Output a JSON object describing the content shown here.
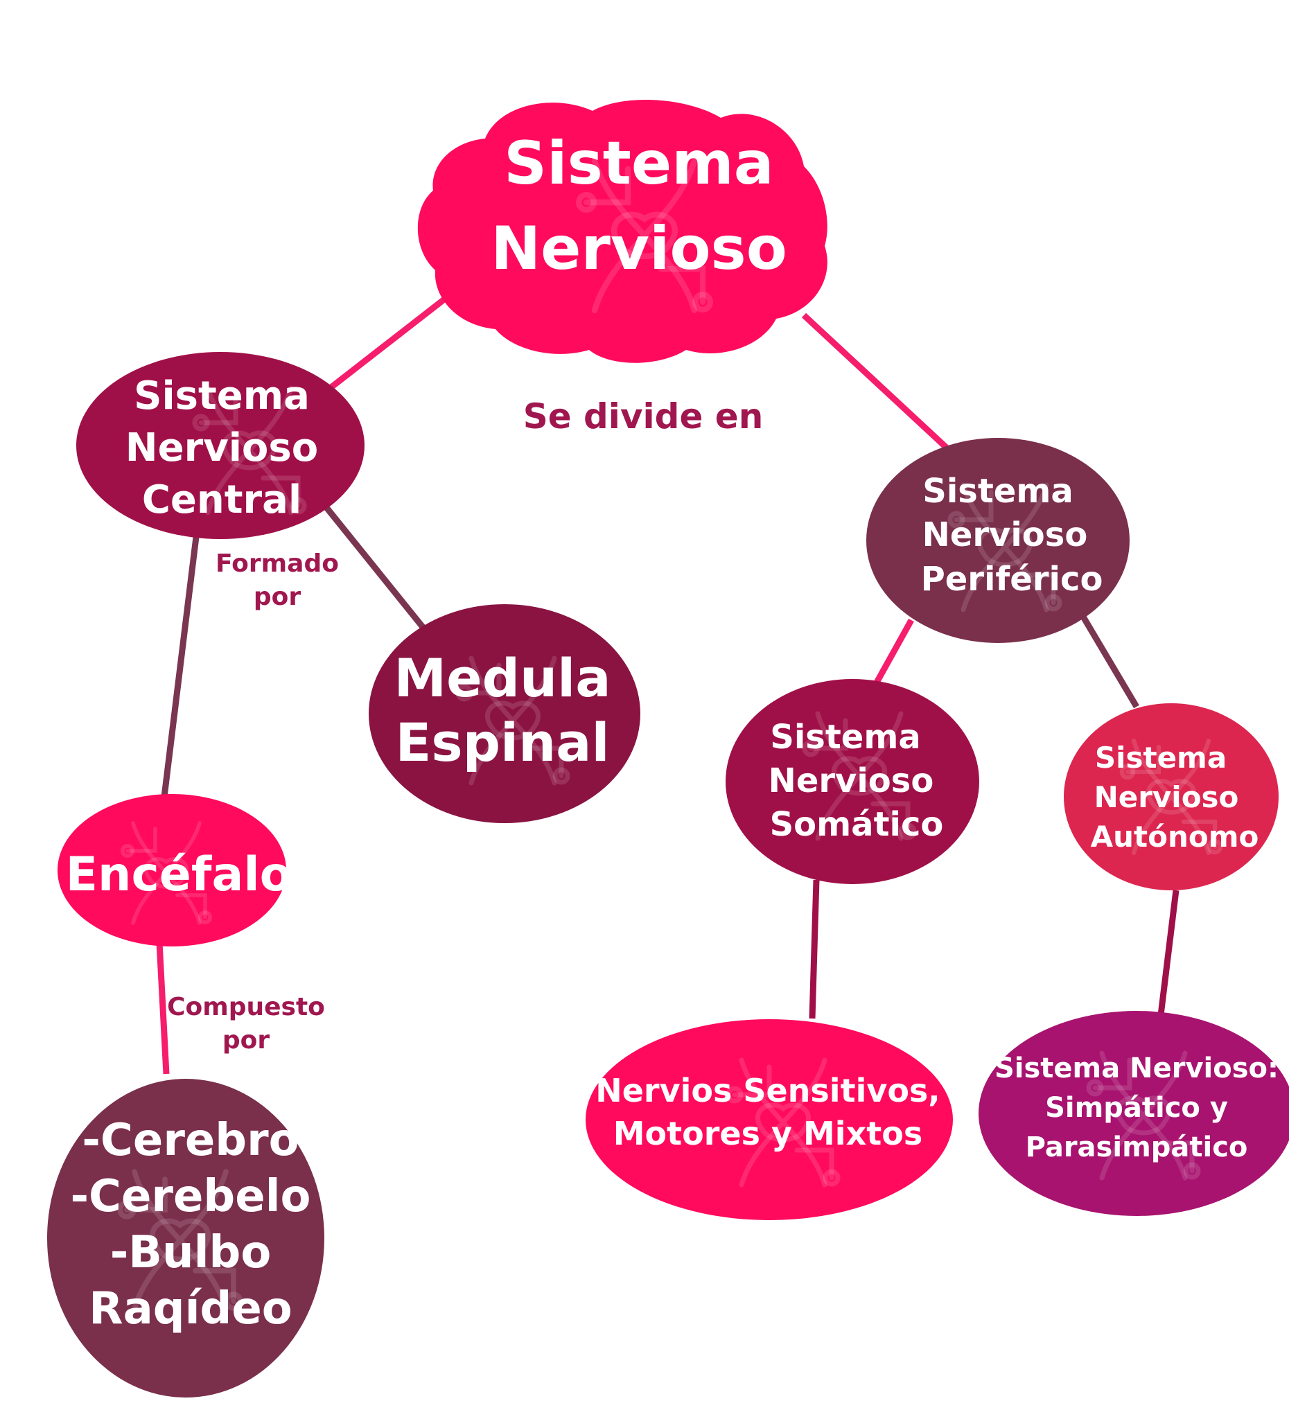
{
  "colors": {
    "hot_pink": "#ff0a5c",
    "crimson": "#a01048",
    "wine": "#8a1342",
    "mauve": "#7a2f4b",
    "rose": "#dc2650",
    "magenta": "#a8136f",
    "label": "#a0174f",
    "line_pink": "#f51d6c",
    "line_dark": "#7a3550"
  },
  "root": {
    "lines": [
      "Sistema",
      "Nervioso"
    ]
  },
  "labels": {
    "divide": "Se divide en",
    "formado": [
      "Formado",
      "por"
    ],
    "compuesto": [
      "Compuesto",
      "por"
    ]
  },
  "nodes": {
    "snc": {
      "lines": [
        "Sistema",
        "Nervioso",
        "Central"
      ]
    },
    "snp": {
      "lines": [
        "Sistema",
        "Nervioso",
        "Periférico"
      ]
    },
    "medula": {
      "lines": [
        "Medula",
        "Espinal"
      ]
    },
    "encefalo": {
      "lines": [
        "Encéfalo"
      ]
    },
    "partes": {
      "lines": [
        "-Cerebro",
        "-Cerebelo",
        "-Bulbo",
        "Raqídeo"
      ]
    },
    "somatico": {
      "lines": [
        "Sistema",
        "Nervioso",
        "Somático"
      ]
    },
    "autonomo": {
      "lines": [
        "Sistema",
        "Nervioso",
        "Autónomo"
      ]
    },
    "nervios": {
      "lines": [
        "Nervios Sensitivos,",
        "Motores y Mixtos"
      ]
    },
    "simpatico": {
      "lines": [
        "Sistema Nervioso:",
        "Simpático y",
        "Parasimpático"
      ]
    }
  },
  "decoration": {
    "icons": [
      "brain-icon",
      "hand-icon",
      "circuit-icon",
      "dna-icon"
    ]
  }
}
